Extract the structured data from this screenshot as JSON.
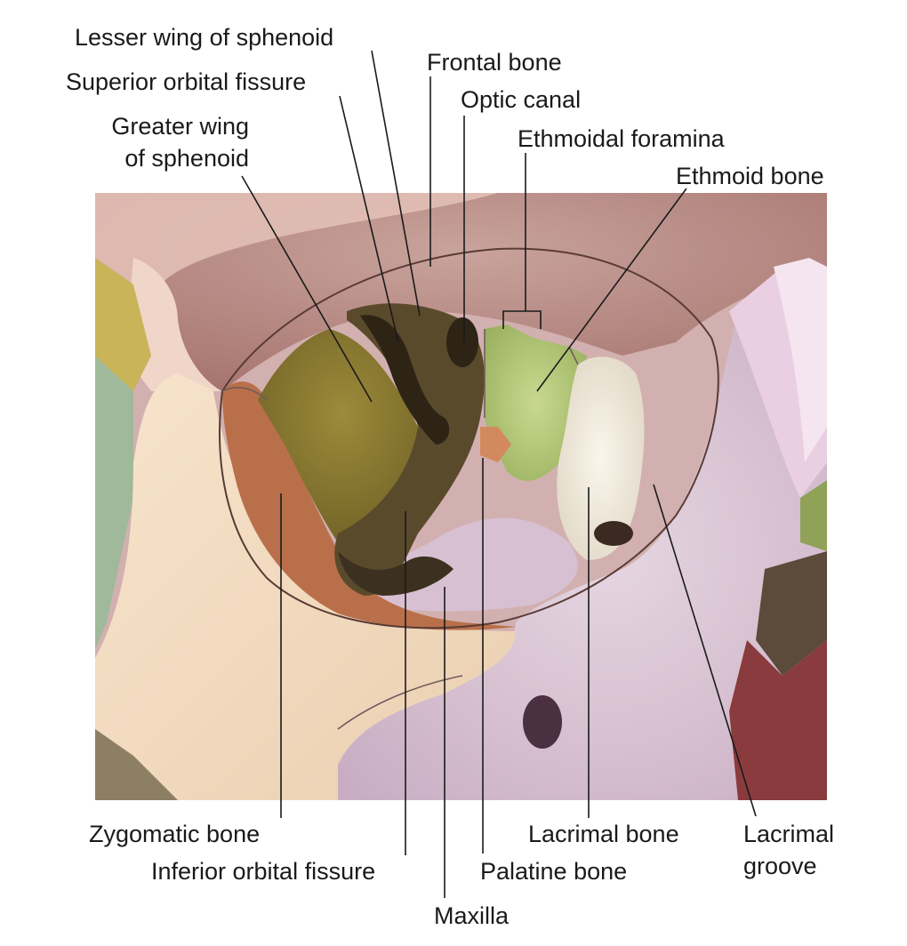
{
  "labels": {
    "lesser_wing": "Lesser wing of sphenoid",
    "superior_orbital_fissure": "Superior orbital fissure",
    "greater_wing_line1": "Greater wing",
    "greater_wing_line2": "of sphenoid",
    "frontal_bone": "Frontal bone",
    "optic_canal": "Optic canal",
    "ethmoidal_foramina": "Ethmoidal foramina",
    "ethmoid_bone": "Ethmoid bone",
    "zygomatic_bone": "Zygomatic bone",
    "inferior_orbital_fissure": "Inferior orbital fissure",
    "maxilla": "Maxilla",
    "palatine_bone": "Palatine bone",
    "lacrimal_bone": "Lacrimal bone",
    "lacrimal_groove_line1": "Lacrimal",
    "lacrimal_groove_line2": "groove"
  },
  "colors": {
    "frontal": "#b98a84",
    "frontal_light": "#e9c9be",
    "zygomatic": "#f3dcc0",
    "maxilla": "#d9c3d3",
    "sphenoid_greater": "#8a7a2f",
    "sphenoid_dark": "#4a3a24",
    "ethmoid": "#b3c77a",
    "lacrimal": "#f0eadc",
    "zygomatic_orbital": "#b9704a",
    "palatine": "#d2895e",
    "nasal_pink": "#e8cfe3",
    "leader": "#1a1a1a"
  }
}
